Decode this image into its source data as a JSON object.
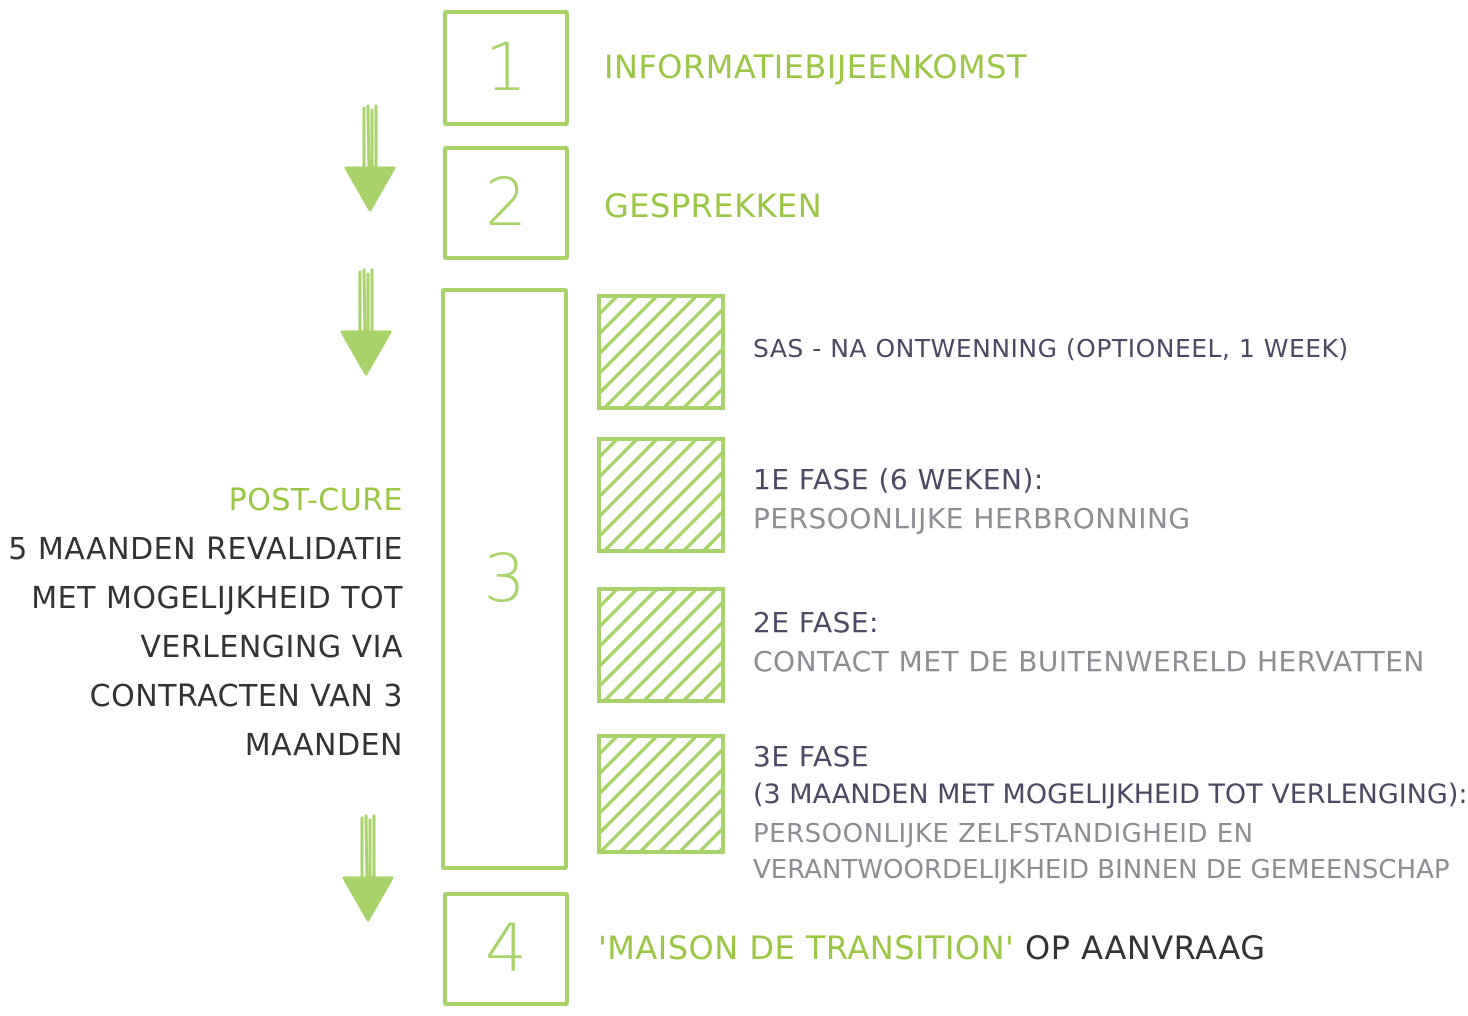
{
  "steps": [
    {
      "number": "1",
      "label": "INFORMATIEBIJEENKOMST"
    },
    {
      "number": "2",
      "label": "GESPREKKEN"
    },
    {
      "number": "3"
    },
    {
      "number": "4",
      "label_green": "'MAISON DE TRANSITION'",
      "label_dark": " OP AANVRAAG"
    }
  ],
  "post_cure": {
    "title": "POST-CURE",
    "lines": [
      "5 MAANDEN REVALIDATIE",
      "MET MOGELIJKHEID TOT",
      "VERLENGING VIA",
      "CONTRACTEN VAN 3",
      "MAANDEN"
    ]
  },
  "phases": [
    {
      "title": "SAS - NA ONTWENNING (OPTIONEEL, 1 WEEK)"
    },
    {
      "title": "1E FASE (6 WEKEN):",
      "desc": [
        "PERSOONLIJKE HERBRONNING"
      ]
    },
    {
      "title": "2E FASE:",
      "desc": [
        "CONTACT MET DE BUITENWERELD HERVATTEN"
      ]
    },
    {
      "title": "3E FASE",
      "subtitle": "(3 MAANDEN MET MOGELIJKHEID TOT VERLENGING):",
      "desc": [
        "PERSOONLIJKE ZELFSTANDIGHEID EN",
        "VERANTWOORDELIJKHEID BINNEN DE GEMEENSCHAP"
      ]
    }
  ],
  "colors": {
    "green": "#a8d26a",
    "label_green": "#9cc645",
    "navy": "#4b4a63",
    "gray": "#8d8d93",
    "dark": "#333333"
  }
}
